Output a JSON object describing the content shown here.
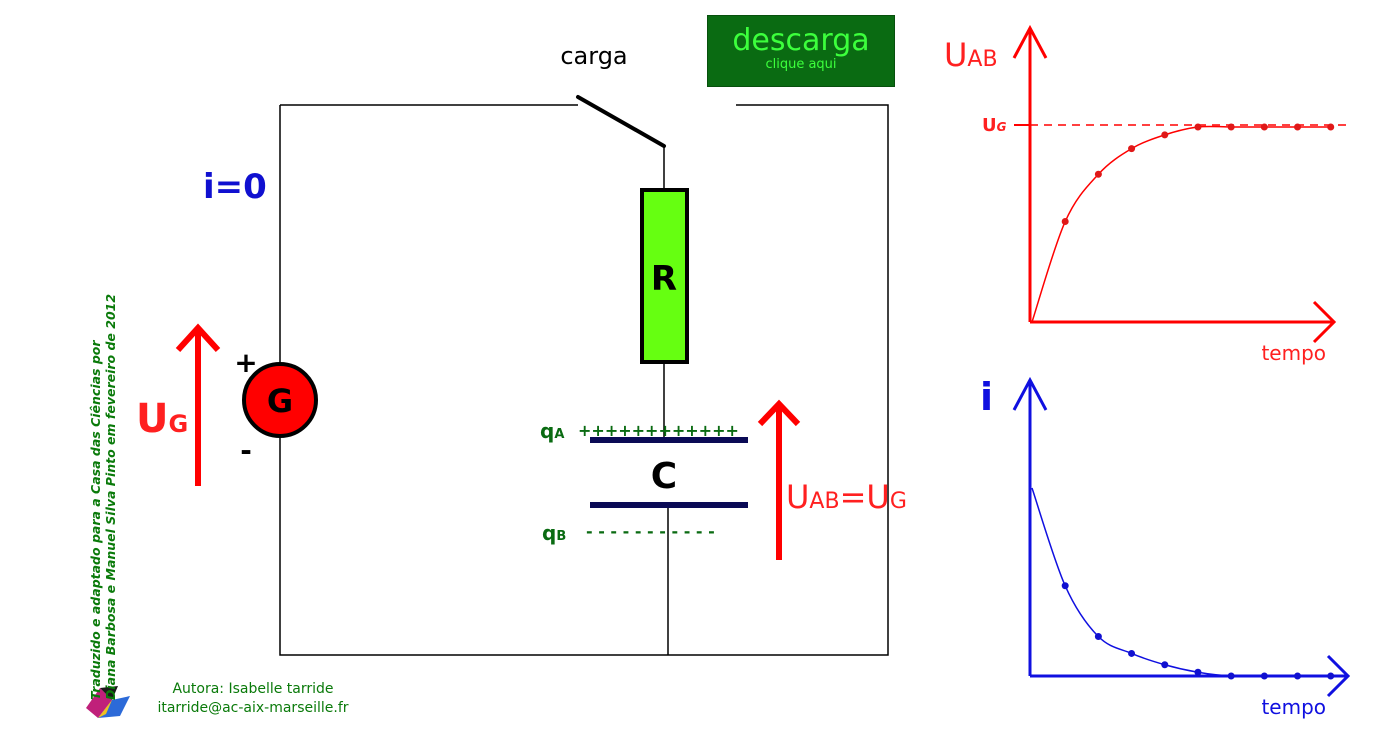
{
  "circuit": {
    "switch_label": "carga",
    "current_label": "i=0",
    "resistor_label": "R",
    "capacitor_label": "C",
    "generator_label": "G",
    "plus_sign": "+",
    "minus_sign": "-",
    "charge_a_label": "qA",
    "charge_b_label": "qB",
    "plate_a_charges": "++++++++++++",
    "plate_b_charges": "- - - - - - - - - - -",
    "source_voltage": {
      "main": "U",
      "sub": "G"
    },
    "capacitor_voltage": {
      "u": "U",
      "ab": "AB",
      "eq": "=",
      "u2": "U",
      "g": "G"
    }
  },
  "discharge_button": {
    "label": "descarga",
    "sublabel": "clique aqui"
  },
  "credits": {
    "translation_line1": "Traduzido e adaptado para a Casa das Ciências por",
    "translation_line2": "Diana Barbosa e Manuel Silva Pinto em fevereiro de 2012",
    "author": "Autora: Isabelle tarride",
    "email": "itarride@ac-aix-marseille.fr"
  },
  "colors": {
    "red": "#ff0000",
    "blue": "#1010e0",
    "green": "#0a6b12",
    "resistor": "#66ff11",
    "plate": "#0a0a55"
  },
  "chart_data": [
    {
      "type": "line",
      "ylabel": {
        "main": "U",
        "sub": "AB"
      },
      "xlabel": "tempo",
      "asymptote_label": {
        "main": "U",
        "sub": "G"
      },
      "asymptote_value": 1.0,
      "series": [
        {
          "x": [
            0,
            1,
            2,
            3,
            4,
            5,
            6,
            7,
            8,
            9
          ],
          "y": [
            0,
            0.51,
            0.75,
            0.88,
            0.95,
            0.99,
            0.99,
            0.99,
            0.99,
            0.99
          ]
        }
      ],
      "xlim": [
        0,
        9.4
      ],
      "ylim": [
        0,
        1.0
      ]
    },
    {
      "type": "line",
      "ylabel": "i",
      "xlabel": "tempo",
      "series": [
        {
          "x": [
            0,
            1,
            2,
            3,
            4,
            5,
            6,
            7,
            8,
            9
          ],
          "y": [
            1.0,
            0.48,
            0.21,
            0.12,
            0.06,
            0.02,
            0.0,
            0.0,
            0.0,
            0.0
          ]
        }
      ],
      "xlim": [
        0,
        9.4
      ],
      "ylim": [
        0,
        1.0
      ]
    }
  ]
}
